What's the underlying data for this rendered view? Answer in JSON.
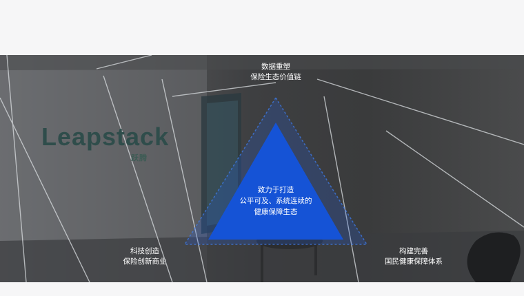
{
  "brand": {
    "logo_text": "Leapstack",
    "logo_subtext": "跃腾"
  },
  "diagram": {
    "top_line1": "数据重塑",
    "top_line2": "保险生态价值链",
    "left_line1": "科技创造",
    "left_line2": "保险创新商业",
    "right_line1": "构建完善",
    "right_line2": "国民健康保障体系",
    "center_line1": "致力于打造",
    "center_line2": "公平可及、系统连续的",
    "center_line3": "健康保障生态"
  },
  "colors": {
    "triangle_fill": "#1553d6",
    "triangle_glow": "#2a6cf0",
    "logo": "#2f4d4b"
  }
}
